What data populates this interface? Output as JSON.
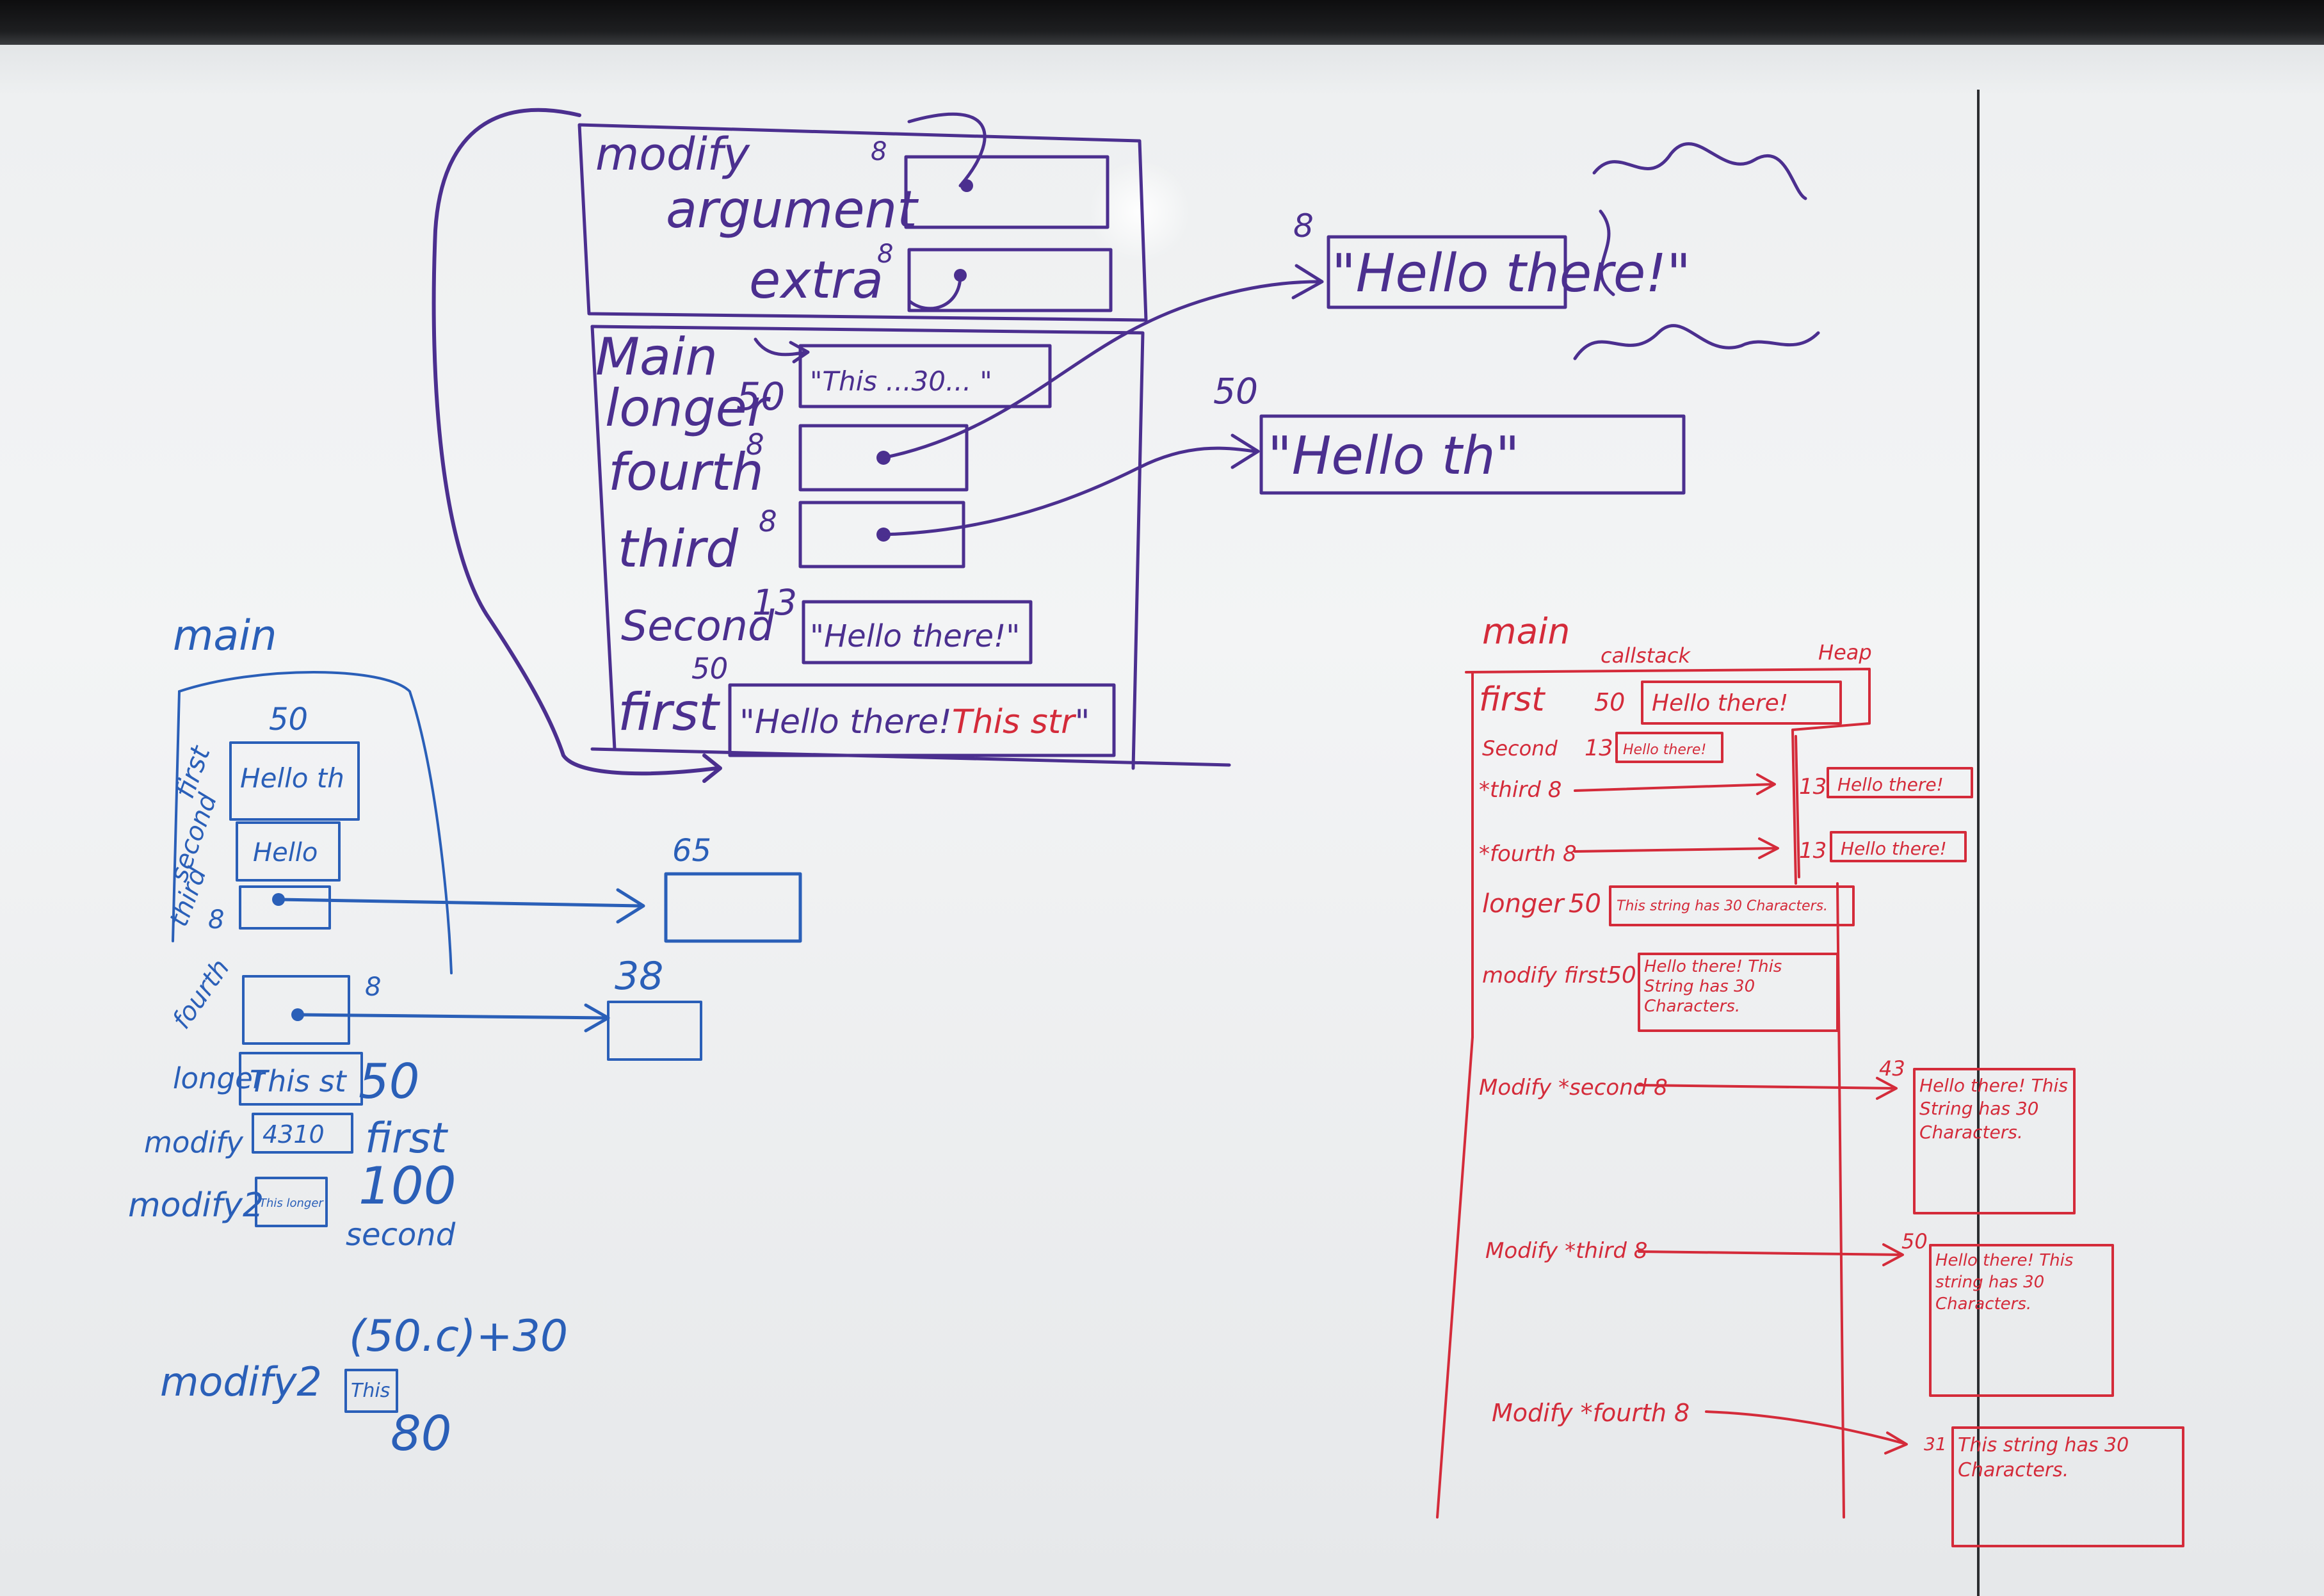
{
  "purple_diagram": {
    "modify_label": "modify",
    "argument_label": "argument",
    "argument_size": "8",
    "extra_label": "extra",
    "extra_size": "8",
    "main_label": "Main",
    "longer_label": "longer",
    "longer_size": "50",
    "longer_value": "\"This ...30... \"",
    "fourth_label": "fourth",
    "fourth_size": "8",
    "third_label": "third",
    "third_size": "8",
    "second_label": "Second",
    "second_size": "13",
    "second_value": "\"Hello there!\"",
    "first_label": "first",
    "first_size": "50",
    "first_value": "\"Hello there!",
    "first_value_red": "This str",
    "first_value_end": "\"",
    "heap1_size": "8",
    "heap1_value": "\"Hello there!\"",
    "heap2_size": "50",
    "heap2_value": "\"Hello th\""
  },
  "blue_diagram": {
    "main_label": "main",
    "size_50": "50",
    "first_label": "first",
    "first_value": "Hello th",
    "second_label": "second",
    "second_value": "Hello",
    "third_label": "third",
    "third_size": "8",
    "heap_size_a": "65",
    "heap_size_b": "38",
    "fourth_label": "fourth",
    "fourth_size": "8",
    "longer_label": "longer",
    "longer_value": "This st",
    "longer_size": "50",
    "modify_label": "modify",
    "modify_value": "4310",
    "first_note": "first",
    "modify2_label": "modify2",
    "modify2_value": "This longer",
    "size_100": "100",
    "second_note": "second",
    "expr": "(50.c)+30",
    "modify2b_label": "modify2",
    "modify2b_value": "This",
    "size_80": "80"
  },
  "red_diagram": {
    "main_label": "main",
    "callstack_label": "callstack",
    "heap_label": "Heap",
    "first_label": "first",
    "first_size": "50",
    "first_value": "Hello there!",
    "second_label": "Second",
    "second_size": "13",
    "second_value": "Hello there!",
    "third_label": "*third 8",
    "third_heap_size": "13",
    "third_heap_value": "Hello there!",
    "fourth_label": "*fourth 8",
    "fourth_heap_size": "13",
    "fourth_heap_value": "Hello there!",
    "longer_label": "longer",
    "longer_size": "50",
    "longer_value": "This string has 30 Characters.",
    "modify_first_label": "modify first",
    "modify_first_size": "50",
    "modify_first_value": "Hello there! This String has 30 Characters.",
    "modify_second_label": "Modify *second 8",
    "modify_second_heap_size": "43",
    "modify_second_heap_value": "Hello there! This String has 30 Characters.",
    "modify_third_label": "Modify *third 8",
    "modify_third_heap_size": "50",
    "modify_third_heap_value": "Hello there! This string has 30 Characters.",
    "modify_fourth_label": "Modify *fourth 8",
    "modify_fourth_heap_size": "31",
    "modify_fourth_heap_value": "This string has 30 Characters."
  }
}
